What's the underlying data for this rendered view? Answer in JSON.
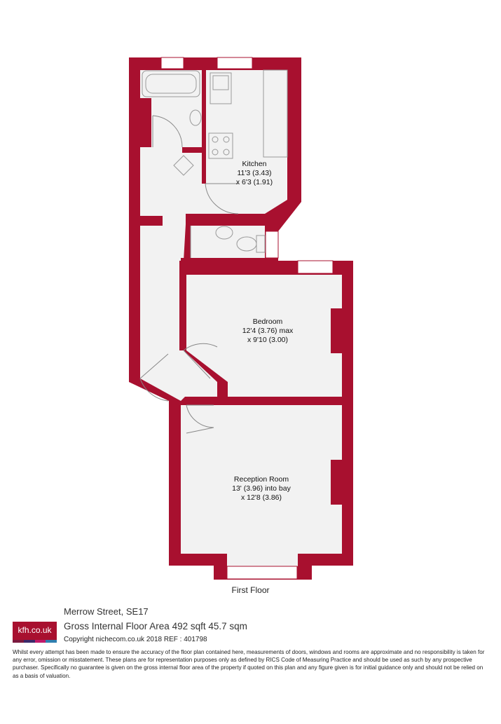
{
  "colors": {
    "wall": "#a8102f",
    "floor": "#f2f2f2",
    "fixture": "#aaaaaa"
  },
  "rooms": {
    "kitchen": {
      "name": "Kitchen",
      "dim1": "11'3 (3.43)",
      "dim2": "x 6'3 (1.91)"
    },
    "bedroom": {
      "name": "Bedroom",
      "dim1": "12'4 (3.76) max",
      "dim2": "x 9'10 (3.00)"
    },
    "reception": {
      "name": "Reception Room",
      "dim1": "13' (3.96) into bay",
      "dim2": "x 12'8 (3.86)"
    }
  },
  "floor_label": "First Floor",
  "footer": {
    "logo_text": "kfh.co.uk",
    "logo_stripes": [
      "#7b1a3f",
      "#3b2a6b",
      "#c01a6a",
      "#2f7fb0"
    ],
    "address": "Merrow Street, SE17",
    "area": "Gross Internal Floor Area 492 sqft 45.7 sqm",
    "copyright": "Copyright nichecom.co.uk 2018 REF : 401798",
    "disclaimer": "Whilst every attempt has been made to ensure the accuracy of the floor plan contained here, measurements of doors, windows and rooms are approximate and no responsibility is taken for any error, omission or misstatement.  These plans are for representation purposes only as defined by RICS Code of Measuring Practice and should be used as such by any prospective purchaser.  Specifically no guarantee is given on the gross internal floor area of the property if quoted on this plan and any figure given is for initial guidance only and should not be relied on as a basis of valuation."
  }
}
